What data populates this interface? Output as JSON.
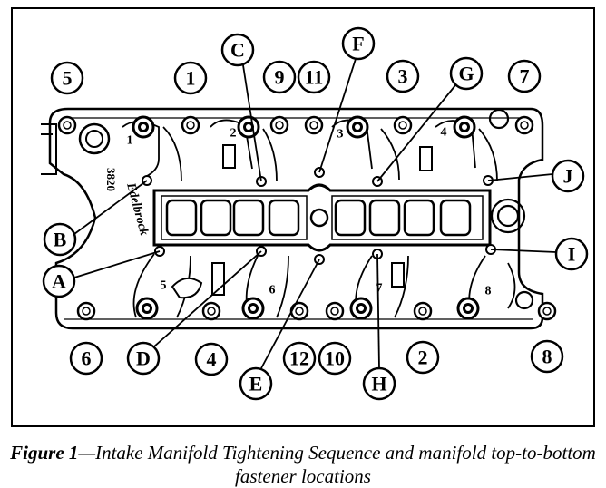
{
  "caption": {
    "lead": "Figure 1",
    "text": "—Intake Manifold Tightening Sequence and manifold top-to-bottom fastener locations"
  },
  "stamps": {
    "part_number": "3820",
    "brand": "Edelbrock"
  },
  "port_numbers": [
    "1",
    "2",
    "3",
    "4",
    "5",
    "6",
    "7",
    "8"
  ],
  "bolt_callouts": [
    "1",
    "2",
    "3",
    "4",
    "5",
    "6",
    "7",
    "8",
    "9",
    "10",
    "11",
    "12"
  ],
  "letter_callouts": [
    "A",
    "B",
    "C",
    "D",
    "E",
    "F",
    "G",
    "H",
    "I",
    "J"
  ],
  "colors": {
    "ink": "#000000",
    "paper": "#ffffff"
  }
}
